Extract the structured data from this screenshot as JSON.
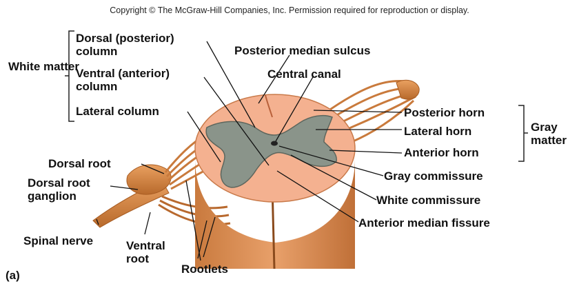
{
  "copyright": "Copyright © The McGraw-Hill Companies, Inc. Permission required for reproduction or display.",
  "panel_label": "(a)",
  "groups": {
    "white_matter": "White matter",
    "gray_matter": "Gray matter"
  },
  "labels": {
    "dorsal_column": "Dorsal (posterior) column",
    "ventral_column": "Ventral (anterior) column",
    "lateral_column": "Lateral column",
    "posterior_median_sulcus": "Posterior median sulcus",
    "central_canal": "Central canal",
    "posterior_horn": "Posterior horn",
    "lateral_horn": "Lateral horn",
    "anterior_horn": "Anterior horn",
    "gray_commissure": "Gray commissure",
    "white_commissure": "White commissure",
    "anterior_median_fissure": "Anterior median fissure",
    "dorsal_root": "Dorsal root",
    "dorsal_root_ganglion": "Dorsal root ganglion",
    "spinal_nerve": "Spinal nerve",
    "ventral_root": "Ventral root",
    "rootlets": "Rootlets"
  },
  "colors": {
    "white_matter": "#f4b190",
    "gray_matter": "#8a948a",
    "nerve": "#d98a48",
    "leader": "#111111"
  }
}
